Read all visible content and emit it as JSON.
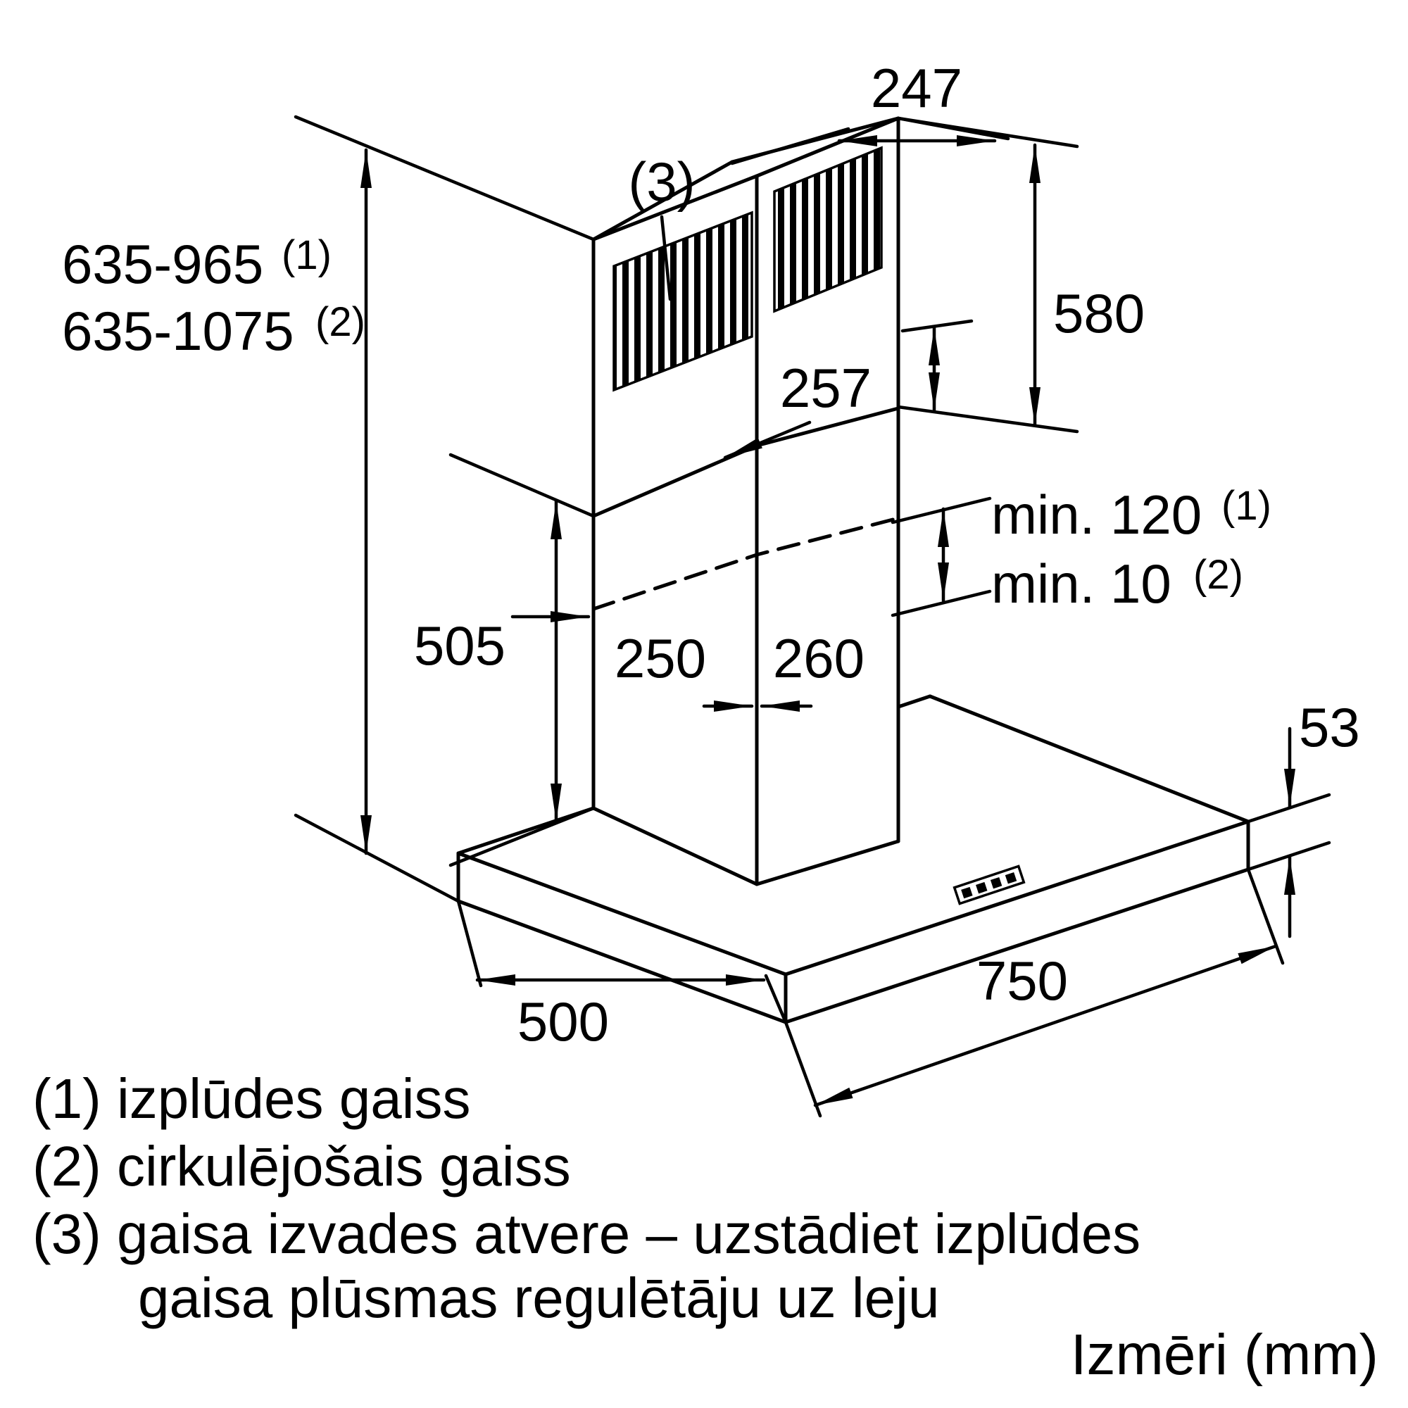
{
  "diagram": {
    "units_note": "Izmēri (mm)",
    "callout_vent": "(3)",
    "dimensions": {
      "chimney_top_depth": "247",
      "upper_section_height": "580",
      "overall_height_exhaust": "635-965",
      "overall_height_exhaust_ref": "(1)",
      "overall_height_recirc": "635-1075",
      "overall_height_recirc_ref": "(2)",
      "lower_section_depth": "257",
      "min_clearance_exhaust": "min. 120",
      "min_clearance_exhaust_ref": "(1)",
      "min_clearance_recirc": "min. 10",
      "min_clearance_recirc_ref": "(2)",
      "lower_section_height": "505",
      "chimney_width": "250",
      "chimney_depth": "260",
      "canopy_thickness": "53",
      "canopy_width": "750",
      "canopy_depth": "500"
    },
    "legend": [
      "(1) izplūdes gaiss",
      "(2) cirkulējošais gaiss",
      "(3) gaisa izvades atvere – uzstādiet izplūdes",
      "gaisa plūsmas regulētāju uz leju"
    ]
  }
}
